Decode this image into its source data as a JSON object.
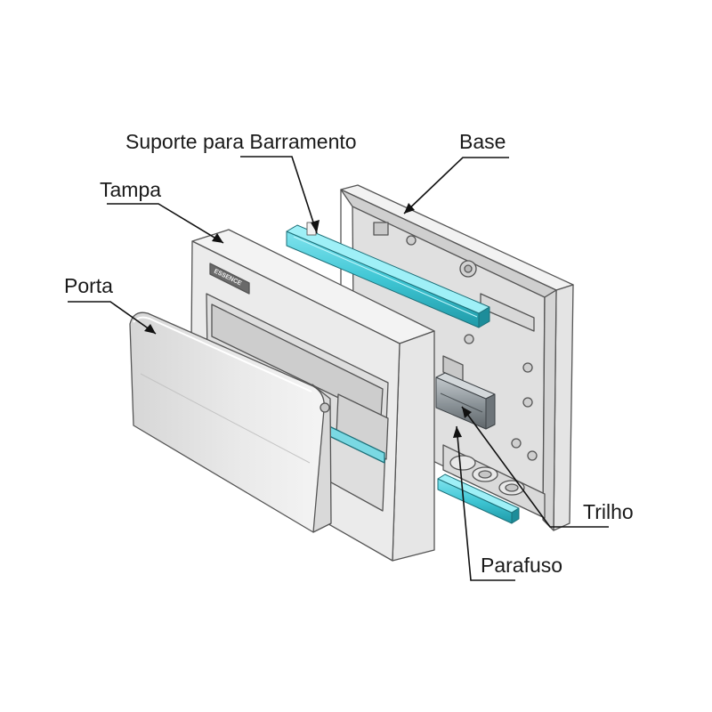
{
  "labels": {
    "suporte": "Suporte para Barramento",
    "base": "Base",
    "tampa": "Tampa",
    "porta": "Porta",
    "trilho": "Trilho",
    "parafuso": "Parafuso"
  },
  "brand_plate": "ESSENCE",
  "colors": {
    "busbar_support": "#3fc6d4",
    "rail": "#8f979c",
    "housing": "#ececec",
    "outline": "#555555",
    "leader": "#111111"
  }
}
